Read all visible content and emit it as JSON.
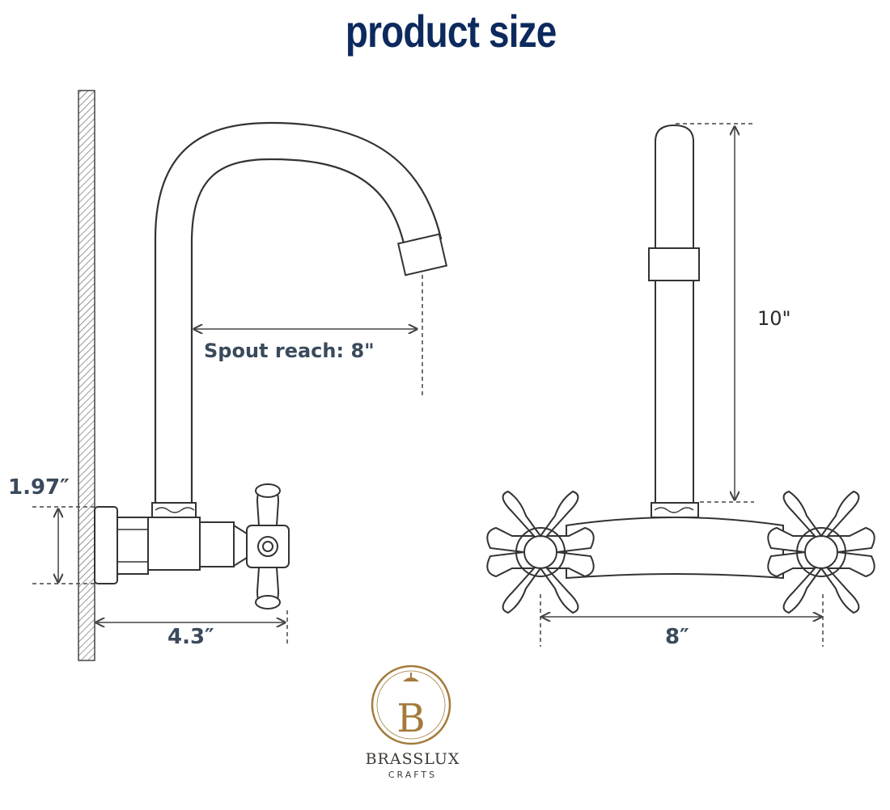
{
  "title": "product size",
  "dimensions": {
    "spout_reach": "Spout reach:  8\"",
    "height": "10\"",
    "wall_depth": "4.3″",
    "inlet_height": "1.97″",
    "center_spacing": "8″"
  },
  "brand": {
    "logo_letter": "B",
    "name": "BRASSLUX",
    "subtitle": "CRAFTS"
  },
  "colors": {
    "title": "#0d2a5e",
    "dimension_text": "#3a4a5c",
    "logo_gold": "#a47a3c"
  }
}
